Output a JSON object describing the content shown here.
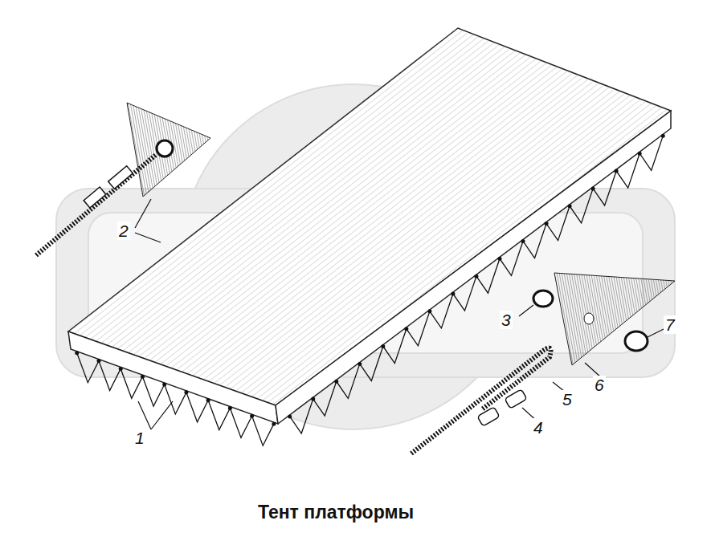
{
  "diagram": {
    "caption": "Тент платформы",
    "labels": [
      "2",
      "3",
      "7",
      "6",
      "5",
      "4",
      "1"
    ]
  }
}
